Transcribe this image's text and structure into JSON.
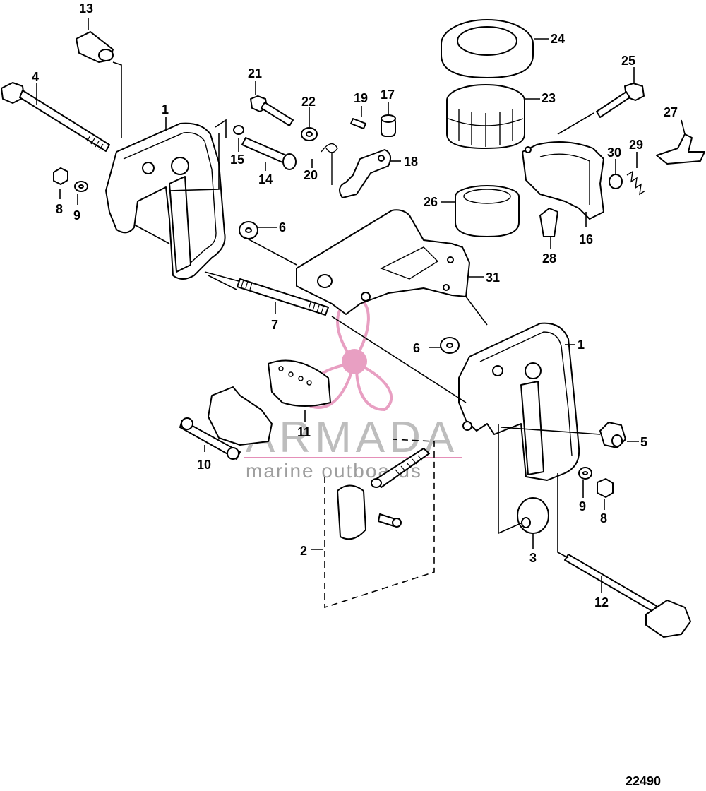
{
  "diagram_number": "22490",
  "watermark": {
    "brand": "ARMADA",
    "tagline": "marine outboards",
    "colors": {
      "propeller": "#e58fb8",
      "text": "#bdbdbd"
    }
  },
  "callouts": {
    "c1a": "1",
    "c1b": "1",
    "c2": "2",
    "c3": "3",
    "c4": "4",
    "c5": "5",
    "c6a": "6",
    "c6b": "6",
    "c7": "7",
    "c8a": "8",
    "c8b": "8",
    "c9a": "9",
    "c9b": "9",
    "c10": "10",
    "c11": "11",
    "c12": "12",
    "c13": "13",
    "c14": "14",
    "c15": "15",
    "c16": "16",
    "c17": "17",
    "c18": "18",
    "c19": "19",
    "c20": "20",
    "c21": "21",
    "c22": "22",
    "c23": "23",
    "c24": "24",
    "c25": "25",
    "c26": "26",
    "c27": "27",
    "c28": "28",
    "c29": "29",
    "c30": "30",
    "c31": "31"
  }
}
